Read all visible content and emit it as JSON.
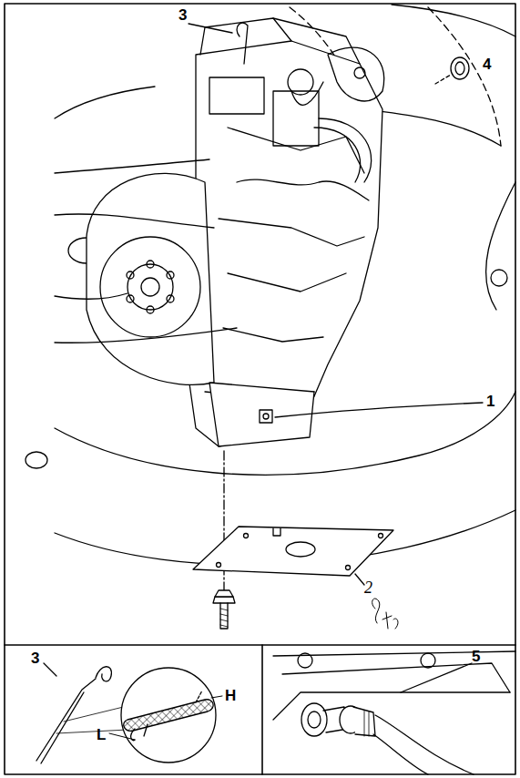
{
  "diagram": {
    "labels": [
      "3",
      "4",
      "1",
      "2",
      "3",
      "H",
      "L",
      "5"
    ]
  }
}
